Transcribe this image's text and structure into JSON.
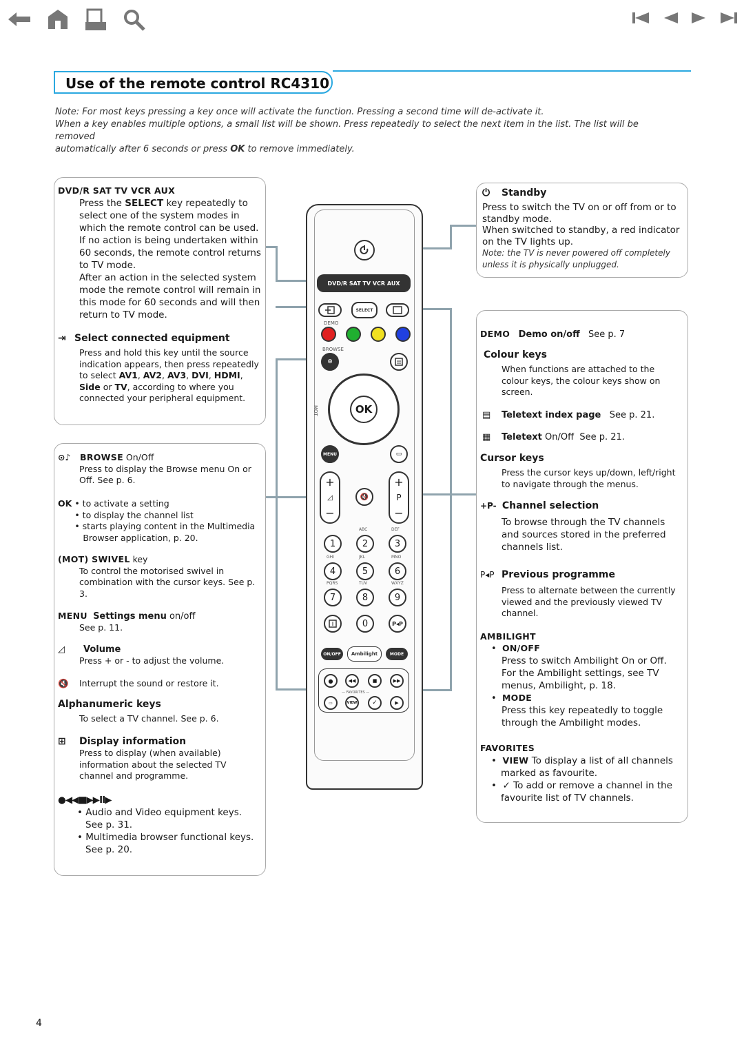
{
  "title": "Use of the remote control RC4310",
  "note": {
    "line1": "Note: For most keys pressing a key once will activate the function. Pressing a second time will de-activate it.",
    "line2": "When a key enables multiple options, a small list will be shown. Press repeatedly to select the next item in the list. The list will be removed",
    "line3a": "automatically after 6 seconds or press ",
    "line3b": "OK",
    "line3c": " to remove immediately."
  },
  "icons": [
    "back-arrow-icon",
    "home-icon",
    "print-icon",
    "search-icon",
    "first-page-icon",
    "prev-page-icon",
    "next-page-icon",
    "last-page-icon"
  ],
  "left": {
    "modes": {
      "heading": "DVD/R  SAT  TV  VCR  AUX",
      "p1a": "Press the ",
      "p1b": "SELECT",
      "p1c": " key repeatedly to select one of the system modes in which the remote control can be used. If no action is being undertaken within 60 seconds, the remote control returns to TV mode.",
      "p2": "After an action in the selected system mode the remote control will remain in this mode for 60 seconds and will then return to TV mode."
    },
    "select": {
      "heading": "Select connected equipment",
      "p1": "Press and hold this key until the source indication appears, then press repeatedly to select ",
      "av1": "AV1",
      "sep1": ", ",
      "av2": "AV2",
      "sep2": ", ",
      "av3": "AV3",
      "sep3": ",",
      "dvi": "DVI",
      "sep4": ", ",
      "hdmi": "HDMI",
      "sep5": ", ",
      "side": "Side",
      "or": " or ",
      "tv": "TV",
      "p2": ", according to where you connected your peripheral equipment."
    },
    "browse": {
      "heading": "BROWSE",
      "heading2": " On/Off",
      "text": "Press to display the Browse menu On or Off. See p. 6."
    },
    "ok": {
      "key": "OK",
      "items": [
        "to activate a setting",
        "to display the channel list",
        "starts playing content in the Multimedia Browser application, p. 20."
      ]
    },
    "mot": {
      "heading": "(MOT) SWIVEL",
      "heading2": " key",
      "text": "To control the motorised swivel in combination with the cursor keys. See p. 3."
    },
    "menu": {
      "key": "MENU",
      "heading": "Settings menu",
      "heading2": " on/off",
      "text": "See p. 11."
    },
    "volume": {
      "heading": "Volume",
      "text": "Press + or - to adjust the volume."
    },
    "mute": {
      "text": "Interrupt the sound or restore it."
    },
    "alpha": {
      "heading": "Alphanumeric keys",
      "text": "To select a TV channel. See p. 6."
    },
    "display": {
      "heading": "Display information",
      "text": "Press to display (when available) information about the selected TV channel and programme."
    },
    "av": {
      "symbols": "●◀◀■▶▶II▶",
      "items": [
        "Audio and Video equipment keys. See p. 31.",
        "Multimedia browser functional keys. See p. 20."
      ]
    }
  },
  "right": {
    "standby": {
      "heading": "Standby",
      "p1": "Press to switch the TV on or off from or to standby mode.",
      "p2": "When switched to standby, a red indicator on the TV lights up.",
      "note": "Note: the TV is never powered off completely unless it is physically unplugged."
    },
    "demo": {
      "key": "DEMO",
      "heading": "Demo on/off",
      "see": "See p. 7"
    },
    "colour": {
      "heading": "Colour keys",
      "text": "When functions are attached to the colour keys, the colour keys show on screen."
    },
    "ttindex": {
      "heading": "Teletext index page",
      "see": "See p. 21."
    },
    "teletext": {
      "heading": "Teletext",
      "heading2": " On/Off",
      "see": "See p. 21."
    },
    "cursor": {
      "heading": "Cursor keys",
      "text": "Press the cursor keys up/down, left/right to navigate through the menus."
    },
    "channel": {
      "key": "+P-",
      "heading": "Channel selection",
      "text": "To browse through the TV channels and sources stored in the preferred channels list."
    },
    "prev": {
      "key": "P◂P",
      "heading": "Previous programme",
      "text": "Press to alternate between the currently viewed and the previously viewed TV channel."
    },
    "ambilight": {
      "heading": "AMBILIGHT",
      "onoff": "ON/OFF",
      "onoff_text": "Press to switch Ambilight On or Off. For the Ambilight settings, see TV menus, Ambilight, p. 18.",
      "mode": "MODE",
      "mode_text": "Press this key repeatedly to toggle through the Ambilight modes."
    },
    "favorites": {
      "heading": "FAVORITES",
      "view": "VIEW",
      "view_text": "  To display a list of all channels marked as favourite.",
      "check": "✓",
      "check_text": "  To add or remove a channel in the favourite list of TV channels."
    }
  },
  "remote": {
    "modes": "DVD/R  SAT  TV  VCR  AUX",
    "select": "SELECT",
    "demo": "DEMO",
    "browse": "BROWSE",
    "ok": "OK",
    "menu": "MENU",
    "mot": "MOT",
    "p": "P",
    "digits": [
      "1",
      "2",
      "3",
      "4",
      "5",
      "6",
      "7",
      "8",
      "9",
      "0"
    ],
    "letters": [
      "ABC",
      "DEF",
      "GHI",
      "JKL",
      "MNO",
      "PQRS",
      "TUV",
      "WXYZ"
    ],
    "onoff": "ON/OFF",
    "ambilight": "Ambilight",
    "mode": "MODE",
    "favorites": "— FAVORITES —",
    "view": "VIEW",
    "pp": "P◂P"
  },
  "page_number": "4"
}
